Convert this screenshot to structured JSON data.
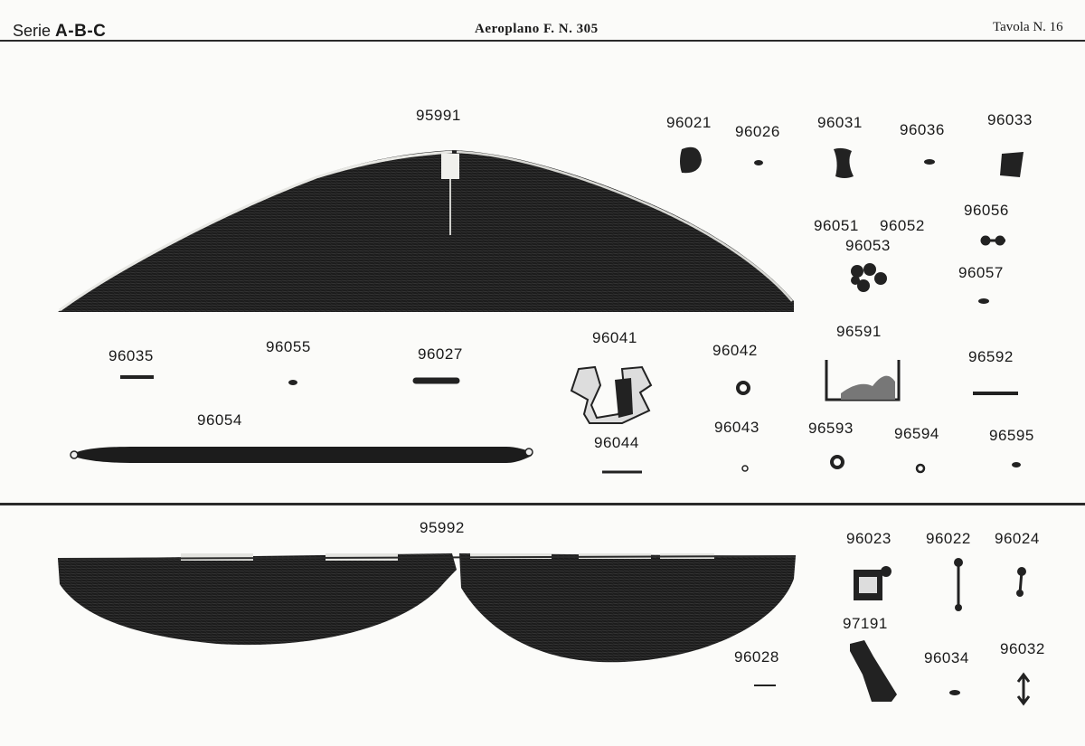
{
  "header": {
    "serie_label": "Serie",
    "serie_value": "A-B-C",
    "title": "Aeroplano F. N. 305",
    "plate": "Tavola N. 16"
  },
  "parts_upper": {
    "p95991": "95991",
    "p96021": "96021",
    "p96026": "96026",
    "p96031": "96031",
    "p96036": "96036",
    "p96033": "96033",
    "p96051": "96051",
    "p96052": "96052",
    "p96053": "96053",
    "p96056": "96056",
    "p96057": "96057",
    "p96035": "96035",
    "p96055": "96055",
    "p96027": "96027",
    "p96041": "96041",
    "p96042": "96042",
    "p96591": "96591",
    "p96592": "96592",
    "p96054": "96054",
    "p96044": "96044",
    "p96043": "96043",
    "p96593": "96593",
    "p96594": "96594",
    "p96595": "96595"
  },
  "parts_lower": {
    "p95992": "95992",
    "p96023": "96023",
    "p96022": "96022",
    "p96024": "96024",
    "p97191": "97191",
    "p96028": "96028",
    "p96034": "96034",
    "p96032": "96032"
  }
}
